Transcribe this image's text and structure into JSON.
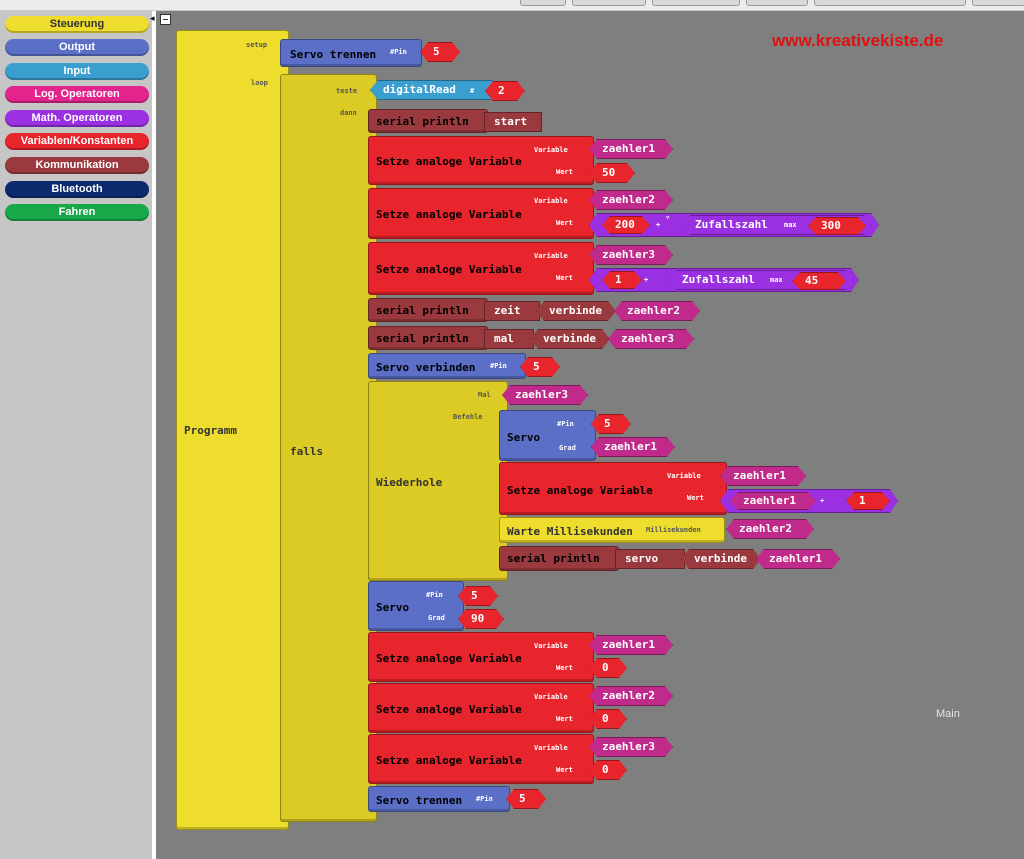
{
  "categories": [
    {
      "label": "Steuerung",
      "color": "#eedd2c",
      "text_color": "#333333"
    },
    {
      "label": "Output",
      "color": "#5b6fc7",
      "text_color": "#ffffff"
    },
    {
      "label": "Input",
      "color": "#3a9fcf",
      "text_color": "#ffffff"
    },
    {
      "label": "Log. Operatoren",
      "color": "#e3248c",
      "text_color": "#ffffff"
    },
    {
      "label": "Math. Operatoren",
      "color": "#9b30e3",
      "text_color": "#ffffff"
    },
    {
      "label": "Variablen/Konstanten",
      "color": "#e8252c",
      "text_color": "#ffffff"
    },
    {
      "label": "Kommunikation",
      "color": "#9b3a3e",
      "text_color": "#ffffff"
    },
    {
      "label": "Bluetooth",
      "color": "#0c2a6e",
      "text_color": "#ffffff"
    },
    {
      "label": "Fahren",
      "color": "#18a84a",
      "text_color": "#ffffff"
    }
  ],
  "watermark": "www.kreativekiste.de",
  "page_label": "Main",
  "program": {
    "programm": "Programm",
    "setup": "setup",
    "loop": "loop",
    "servo_trennen": "Servo trennen",
    "pin": "#Pin",
    "falls": "falls",
    "teste": "teste",
    "dann": "dann",
    "digitalread": "digitalRead",
    "hash": "#",
    "serial_println": "serial println",
    "setze": "Setze analoge Variable",
    "variable": "Variable",
    "wert": "Wert",
    "verbinde": "verbinde",
    "zufallszahl": "Zufallszahl",
    "max": "max",
    "plus": "+",
    "servo_verbinden": "Servo verbinden",
    "wiederhole": "Wiederhole",
    "mal": "Mal",
    "befehle": "Befehle",
    "servo": "Servo",
    "grad": "Grad",
    "warte": "Warte Millisekunden",
    "millisekunden": "Millisekunden",
    "str_start": "start",
    "str_zeit": "zeit",
    "str_mal": "mal",
    "str_servo": "servo",
    "v_zaehler1": "zaehler1",
    "v_zaehler2": "zaehler2",
    "v_zaehler3": "zaehler3",
    "n_5": "5",
    "n_2": "2",
    "n_50": "50",
    "n_200": "200",
    "n_300": "300",
    "n_1": "1",
    "n_45": "45",
    "n_90": "90",
    "n_0": "0"
  }
}
